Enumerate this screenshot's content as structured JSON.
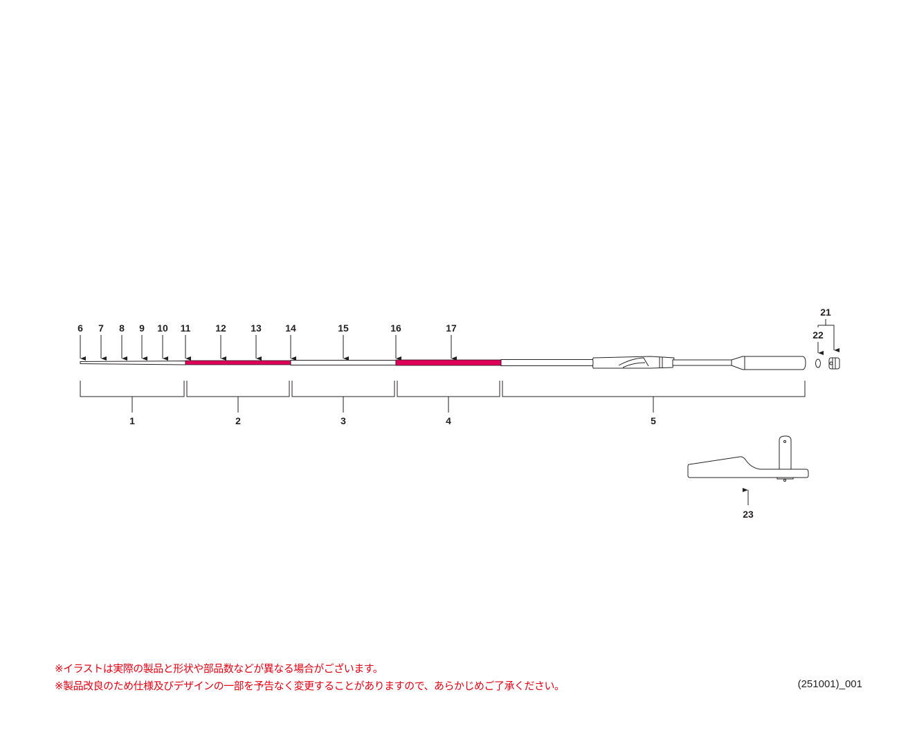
{
  "diagram": {
    "callouts_top": [
      "6",
      "7",
      "8",
      "9",
      "10",
      "11",
      "12",
      "13",
      "14",
      "15",
      "16",
      "17"
    ],
    "callouts_sections": [
      "1",
      "2",
      "3",
      "4",
      "5"
    ],
    "callout_21": "21",
    "callout_22": "22",
    "callout_23": "23",
    "accent_color": "#e0005a"
  },
  "notes": [
    "※イラストは実際の製品と形状や部品数などが異なる場合がございます。",
    "※製品改良のため仕様及びデザインの一部を予告なく変更することがありますので、あらかじめご了承ください。"
  ],
  "code": "(251001)_001"
}
